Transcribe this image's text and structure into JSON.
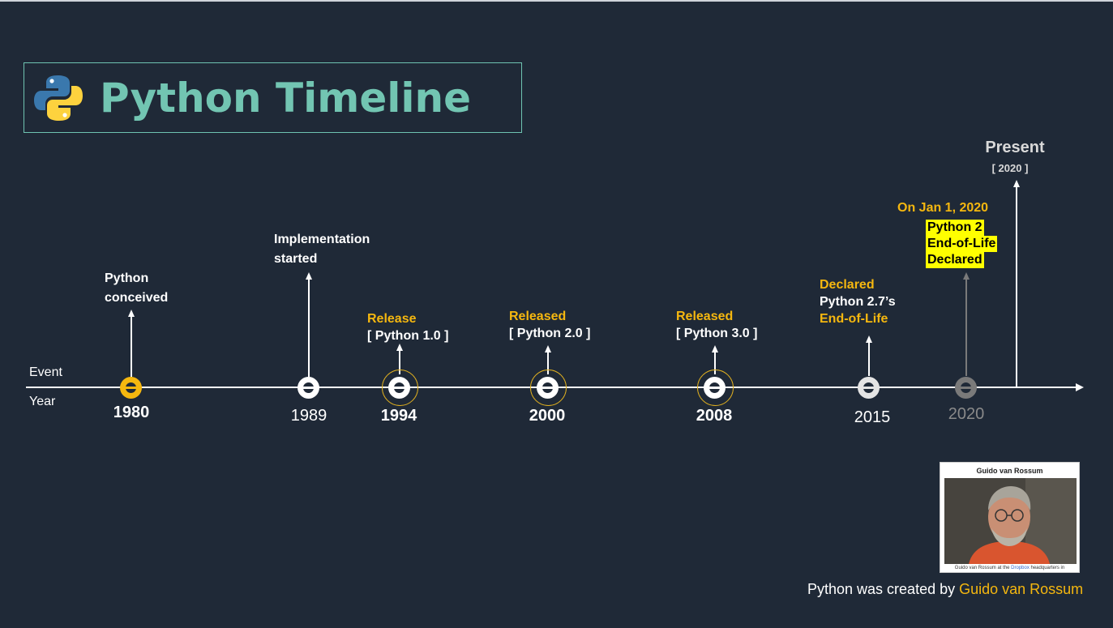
{
  "title": "Python Timeline",
  "axis": {
    "event_label": "Event",
    "year_label": "Year"
  },
  "events": [
    {
      "year": "1980",
      "lines": [
        "Python",
        "conceived"
      ]
    },
    {
      "year": "1989",
      "lines": [
        "Implementation",
        "started"
      ]
    },
    {
      "year": "1994",
      "lines": [
        "Release",
        "[ Python 1.0 ]"
      ]
    },
    {
      "year": "2000",
      "lines": [
        "Released",
        "[ Python 2.0 ]"
      ]
    },
    {
      "year": "2008",
      "lines": [
        "Released",
        "[ Python 3.0 ]"
      ]
    },
    {
      "year": "2015",
      "lines": [
        "Declared",
        "Python 2.7’s",
        "End-of-Life"
      ]
    },
    {
      "year": "2020",
      "date": "On Jan 1, 2020",
      "lines": [
        "Python 2",
        "End-of-Life",
        "Declared"
      ]
    }
  ],
  "present": {
    "label": "Present",
    "year": "[ 2020 ]"
  },
  "photo": {
    "title": "Guido van Rossum",
    "caption_prefix": "Guido van Rossum at the ",
    "caption_link": "Dropbox",
    "caption_suffix": " headquarters in"
  },
  "credit": {
    "prefix": "Python was created by ",
    "name": "Guido van Rossum"
  },
  "colors": {
    "background": "#1f2937",
    "accent": "#f5b70f",
    "title": "#72c5b2",
    "highlight": "#ffff00"
  }
}
